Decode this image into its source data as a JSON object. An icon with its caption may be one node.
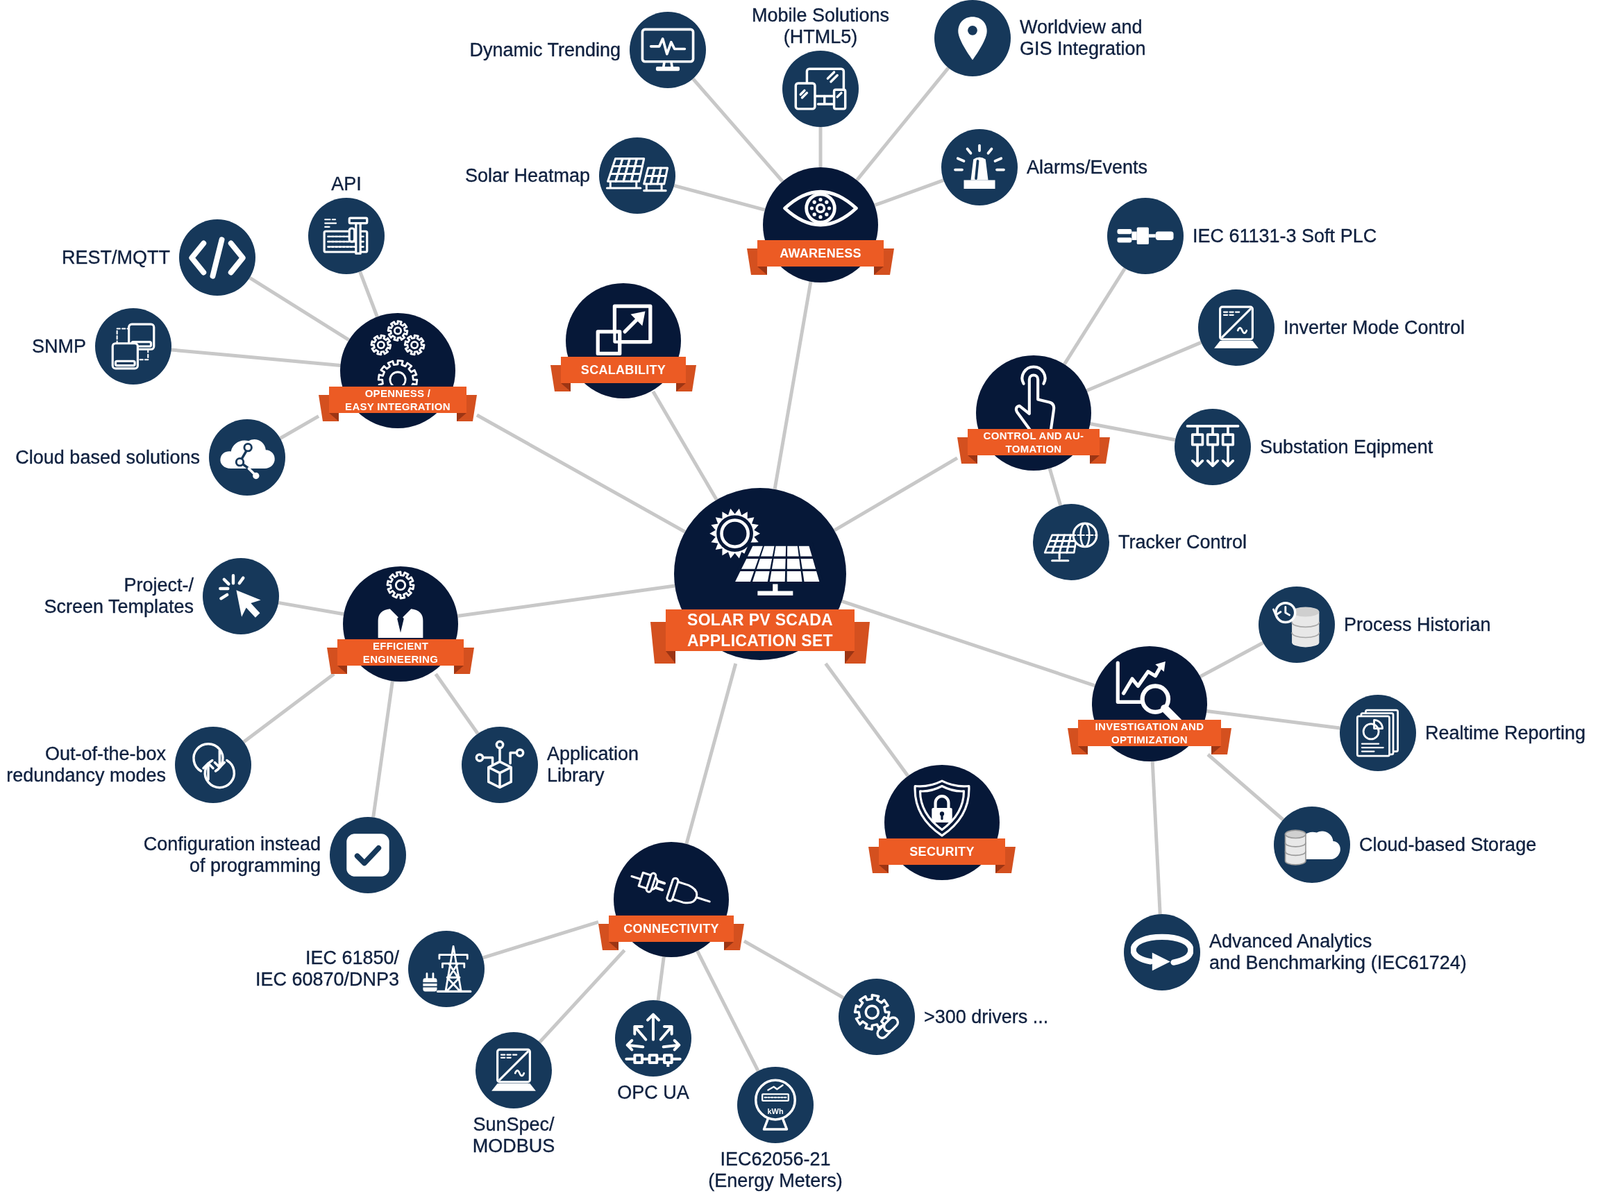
{
  "diagram": {
    "nodes": [
      {
        "text": [
          "SOLAR PV SCADA APPLICATION SET"
        ]
      },
      {
        "text": [
          "AWARENESS"
        ]
      },
      {
        "text": [
          "Dynamic Trending"
        ]
      },
      {
        "text": [
          "Mobile Solutions (HTML5)"
        ]
      },
      {
        "text": [
          "Worldview and GIS Integration"
        ]
      },
      {
        "text": [
          "Solar Heatmap"
        ]
      },
      {
        "text": [
          "Alarms/Events"
        ]
      },
      {
        "text": [
          "SCALABILITY"
        ]
      },
      {
        "text": [
          "OPENNESS / EASY INTEGRATION"
        ]
      },
      {
        "text": [
          "API"
        ]
      },
      {
        "text": [
          "REST/MQTT"
        ]
      },
      {
        "text": [
          "SNMP"
        ]
      },
      {
        "text": [
          "Cloud based solutions"
        ]
      },
      {
        "text": [
          "CONTROL AND AU- TOMATION"
        ]
      },
      {
        "text": [
          "IEC 61131-3 Soft PLC"
        ]
      },
      {
        "text": [
          "Inverter Mode Control"
        ]
      },
      {
        "text": [
          "Substation Eqipment"
        ]
      },
      {
        "text": [
          "Tracker Control"
        ]
      },
      {
        "text": [
          "EFFICIENT ENGINEERING"
        ]
      },
      {
        "text": [
          "Project-/ Screen Templates"
        ]
      },
      {
        "text": [
          "Out-of-the-box redundancy modes"
        ]
      },
      {
        "text": [
          "Configuration instead of programming"
        ]
      },
      {
        "text": [
          "Application Library"
        ]
      },
      {
        "text": [
          "INVESTIGATION AND OPTIMIZATION"
        ]
      },
      {
        "text": [
          "Process Historian"
        ]
      },
      {
        "text": [
          "Realtime Reporting"
        ]
      },
      {
        "text": [
          "Cloud-based Storage"
        ]
      },
      {
        "text": [
          "Advanced Analytics and Benchmarking (IEC61724)"
        ]
      },
      {
        "text": [
          "SECURITY"
        ]
      },
      {
        "text": [
          "CONNECTIVITY"
        ]
      },
      {
        "text": [
          "IEC 61850/ IEC 60870/DNP3"
        ]
      },
      {
        "text": [
          "SunSpec/ MODBUS"
        ]
      },
      {
        "text": [
          "OPC UA"
        ]
      },
      {
        "text": [
          "IEC62056-21 (Energy Meters)"
        ]
      },
      {
        "text": [
          ">300 drivers ..."
        ]
      }
    ],
    "edges": [
      {
        "from": 0,
        "to": 1,
        "arrow": "none"
      },
      {
        "from": 0,
        "to": 7,
        "arrow": "none"
      },
      {
        "from": 0,
        "to": 8,
        "arrow": "none"
      },
      {
        "from": 0,
        "to": 13,
        "arrow": "none"
      },
      {
        "from": 0,
        "to": 18,
        "arrow": "none"
      },
      {
        "from": 0,
        "to": 23,
        "arrow": "none"
      },
      {
        "from": 0,
        "to": 28,
        "arrow": "none"
      },
      {
        "from": 0,
        "to": 29,
        "arrow": "none"
      },
      {
        "from": 1,
        "to": 2,
        "arrow": "none"
      },
      {
        "from": 1,
        "to": 3,
        "arrow": "none"
      },
      {
        "from": 1,
        "to": 4,
        "arrow": "none"
      },
      {
        "from": 1,
        "to": 5,
        "arrow": "none"
      },
      {
        "from": 1,
        "to": 6,
        "arrow": "none"
      },
      {
        "from": 8,
        "to": 9,
        "arrow": "none"
      },
      {
        "from": 8,
        "to": 10,
        "arrow": "none"
      },
      {
        "from": 8,
        "to": 11,
        "arrow": "none"
      },
      {
        "from": 8,
        "to": 12,
        "arrow": "none"
      },
      {
        "from": 13,
        "to": 14,
        "arrow": "none"
      },
      {
        "from": 13,
        "to": 15,
        "arrow": "none"
      },
      {
        "from": 13,
        "to": 16,
        "arrow": "none"
      },
      {
        "from": 13,
        "to": 17,
        "arrow": "none"
      },
      {
        "from": 18,
        "to": 19,
        "arrow": "none"
      },
      {
        "from": 18,
        "to": 20,
        "arrow": "none"
      },
      {
        "from": 18,
        "to": 21,
        "arrow": "none"
      },
      {
        "from": 18,
        "to": 22,
        "arrow": "none"
      },
      {
        "from": 23,
        "to": 24,
        "arrow": "none"
      },
      {
        "from": 23,
        "to": 25,
        "arrow": "none"
      },
      {
        "from": 23,
        "to": 26,
        "arrow": "none"
      },
      {
        "from": 23,
        "to": 27,
        "arrow": "none"
      },
      {
        "from": 29,
        "to": 30,
        "arrow": "none"
      },
      {
        "from": 29,
        "to": 31,
        "arrow": "none"
      },
      {
        "from": 29,
        "to": 32,
        "arrow": "none"
      },
      {
        "from": 29,
        "to": 33,
        "arrow": "none"
      },
      {
        "from": 29,
        "to": 34,
        "arrow": "none"
      }
    ],
    "labels": [
      "kWh"
    ]
  }
}
